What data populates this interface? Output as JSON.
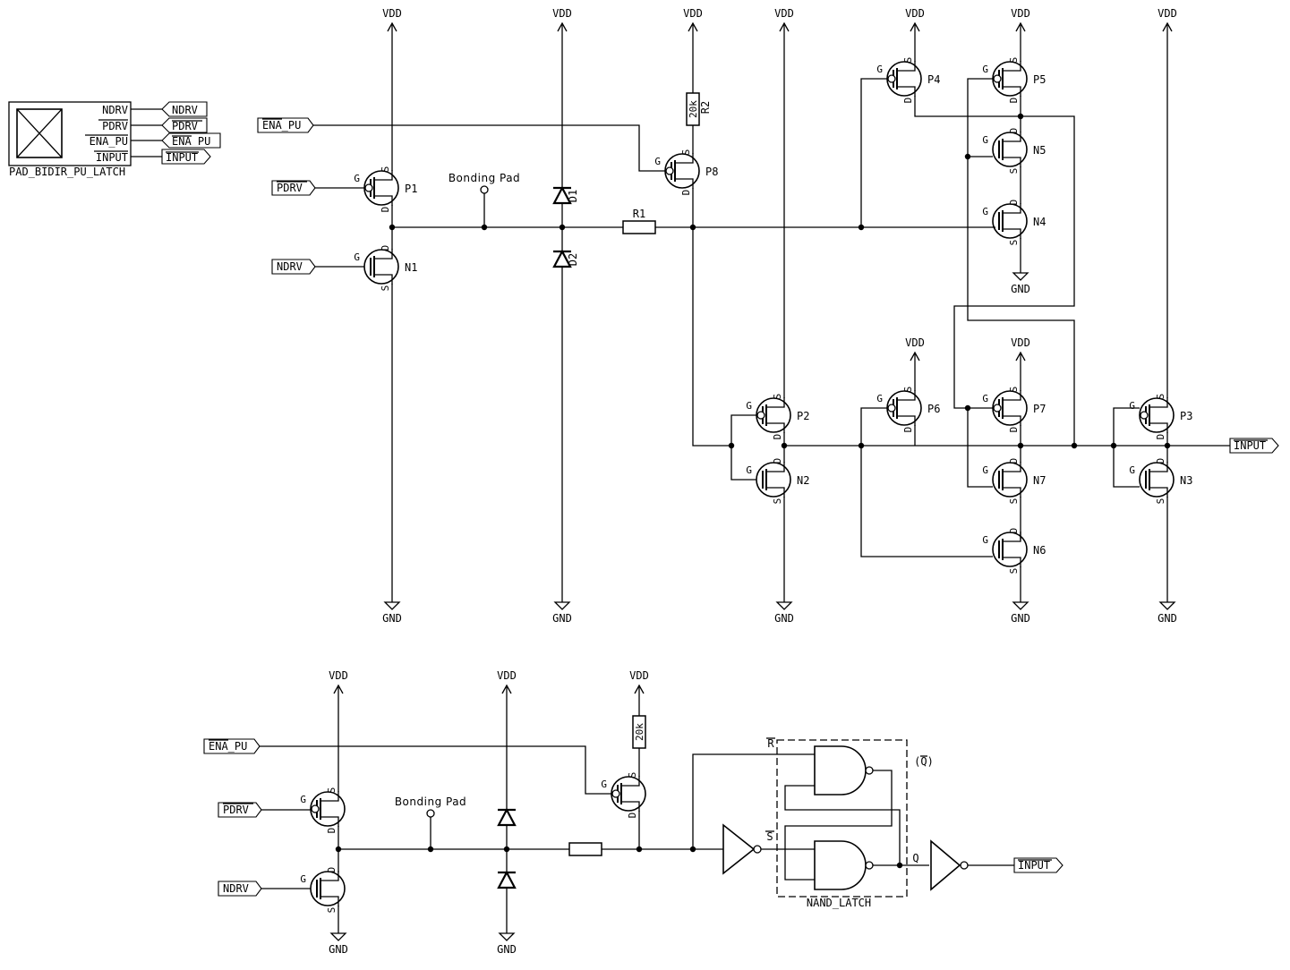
{
  "symbol_block": {
    "name": "PAD_BIDIR_PU_LATCH",
    "pins": [
      {
        "label": "NDRV",
        "overline": false,
        "direction": "input"
      },
      {
        "label": "PDRV",
        "overline": true,
        "direction": "input"
      },
      {
        "label": "ENA_PU",
        "overline": true,
        "direction": "input"
      },
      {
        "label": "INPUT",
        "overline": true,
        "direction": "output"
      }
    ]
  },
  "power": {
    "vdd": "VDD",
    "gnd": "GND"
  },
  "pin_letters": {
    "gate": "G",
    "source": "S",
    "drain": "D"
  },
  "top_circuit": {
    "ports": {
      "ena_pu": "ENA_PU",
      "pdrv": "PDRV",
      "ndrv": "NDRV",
      "input": "INPUT"
    },
    "bonding_pad": "Bonding Pad",
    "transistors": {
      "p1": "P1",
      "n1": "N1",
      "p8": "P8",
      "p4": "P4",
      "p5": "P5",
      "n5": "N5",
      "n4": "N4",
      "p2": "P2",
      "n2": "N2",
      "p6": "P6",
      "p7": "P7",
      "n7": "N7",
      "n6": "N6",
      "p3": "P3",
      "n3": "N3"
    },
    "diodes": {
      "d1": "D1",
      "d2": "D2"
    },
    "resistors": {
      "r1": "R1",
      "r2": "R2",
      "r2_value": "20k"
    }
  },
  "bottom_circuit": {
    "ports": {
      "ena_pu": "ENA_PU",
      "pdrv": "PDRV",
      "ndrv": "NDRV",
      "input": "INPUT"
    },
    "bonding_pad": "Bonding Pad",
    "resistor_value": "20k",
    "latch": {
      "name": "NAND_LATCH",
      "r_bar": "R",
      "s_bar": "S",
      "q": "Q",
      "q_bar": "(Q)"
    }
  }
}
